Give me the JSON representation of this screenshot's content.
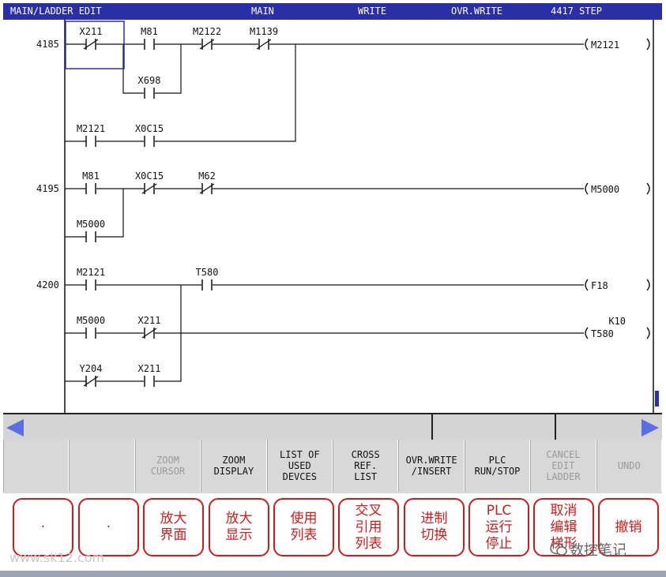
{
  "titlebar": {
    "program": "MAIN/LADDER EDIT",
    "block": "MAIN",
    "mode": "WRITE",
    "submode": "OVR.WRITE",
    "step": "4417 STEP"
  },
  "ladder": {
    "step_numbers": [
      "4185",
      "4195",
      "4200"
    ],
    "contacts": [
      {
        "label": "X211",
        "type": "nc"
      },
      {
        "label": "M81",
        "type": "no"
      },
      {
        "label": "M2122",
        "type": "nc"
      },
      {
        "label": "M1139",
        "type": "nc"
      },
      {
        "label": "X698",
        "type": "no"
      },
      {
        "label": "M2121",
        "type": "no"
      },
      {
        "label": "X0C15",
        "type": "no"
      },
      {
        "label": "M81",
        "type": "no"
      },
      {
        "label": "X0C15",
        "type": "nc"
      },
      {
        "label": "M62",
        "type": "nc"
      },
      {
        "label": "M5000",
        "type": "no"
      },
      {
        "label": "M2121",
        "type": "no"
      },
      {
        "label": "T580",
        "type": "no"
      },
      {
        "label": "M5000",
        "type": "no"
      },
      {
        "label": "X211",
        "type": "nc"
      },
      {
        "label": "Y204",
        "type": "nc"
      },
      {
        "label": "X211",
        "type": "no"
      }
    ],
    "coils": [
      {
        "label": "M2121",
        "param": ""
      },
      {
        "label": "M5000",
        "param": ""
      },
      {
        "label": "F18",
        "param": ""
      },
      {
        "label": "T580",
        "param": "K10"
      }
    ]
  },
  "function_keys": [
    {
      "label": "",
      "enabled": true
    },
    {
      "label": "",
      "enabled": true
    },
    {
      "label": "ZOOM\nCURSOR",
      "enabled": false
    },
    {
      "label": "ZOOM\nDISPLAY",
      "enabled": true
    },
    {
      "label": "LIST OF\nUSED\nDEVCES",
      "enabled": true
    },
    {
      "label": "CROSS\nREF.\nLIST",
      "enabled": true
    },
    {
      "label": "OVR.WRITE\n/INSERT",
      "enabled": true
    },
    {
      "label": "PLC\nRUN/STOP",
      "enabled": true
    },
    {
      "label": "CANCEL\nEDIT\nLADDER",
      "enabled": false
    },
    {
      "label": "UNDO",
      "enabled": false
    }
  ],
  "chinese_labels": [
    "·",
    "·",
    "放大\n界面",
    "放大\n显示",
    "使用\n列表",
    "交叉\n引用\n列表",
    "进制\n切换",
    "PLC\n运行\n停止",
    "取消\n编辑\n梯形",
    "撤销"
  ],
  "watermarks": {
    "left": "www.sk12.com",
    "right": "数控笔记"
  },
  "colors": {
    "titlebar": "#2b2fa6",
    "scroll_arrow": "#5b6fe0",
    "annotation_red": "#d11a1a",
    "cursor": "#2b2fa6"
  }
}
